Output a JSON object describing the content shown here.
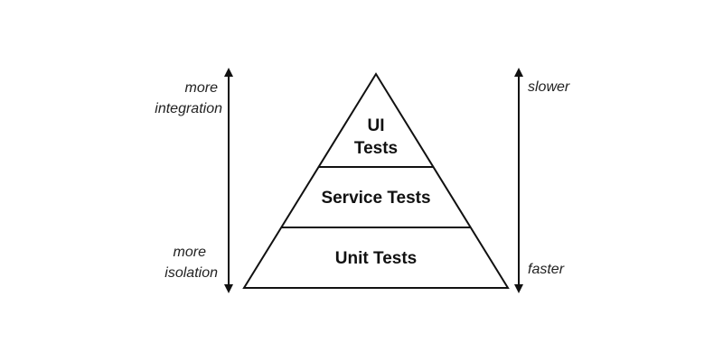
{
  "pyramid": {
    "tiers": [
      {
        "line1": "UI",
        "line2": "Tests"
      },
      {
        "label": "Service Tests"
      },
      {
        "label": "Unit Tests"
      }
    ]
  },
  "left_axis": {
    "top_line1": "more",
    "top_line2": "integration",
    "bottom_line1": "more",
    "bottom_line2": "isolation"
  },
  "right_axis": {
    "top": "slower",
    "bottom": "faster"
  },
  "colors": {
    "stroke": "#111111",
    "text": "#111111",
    "background": "#ffffff"
  }
}
